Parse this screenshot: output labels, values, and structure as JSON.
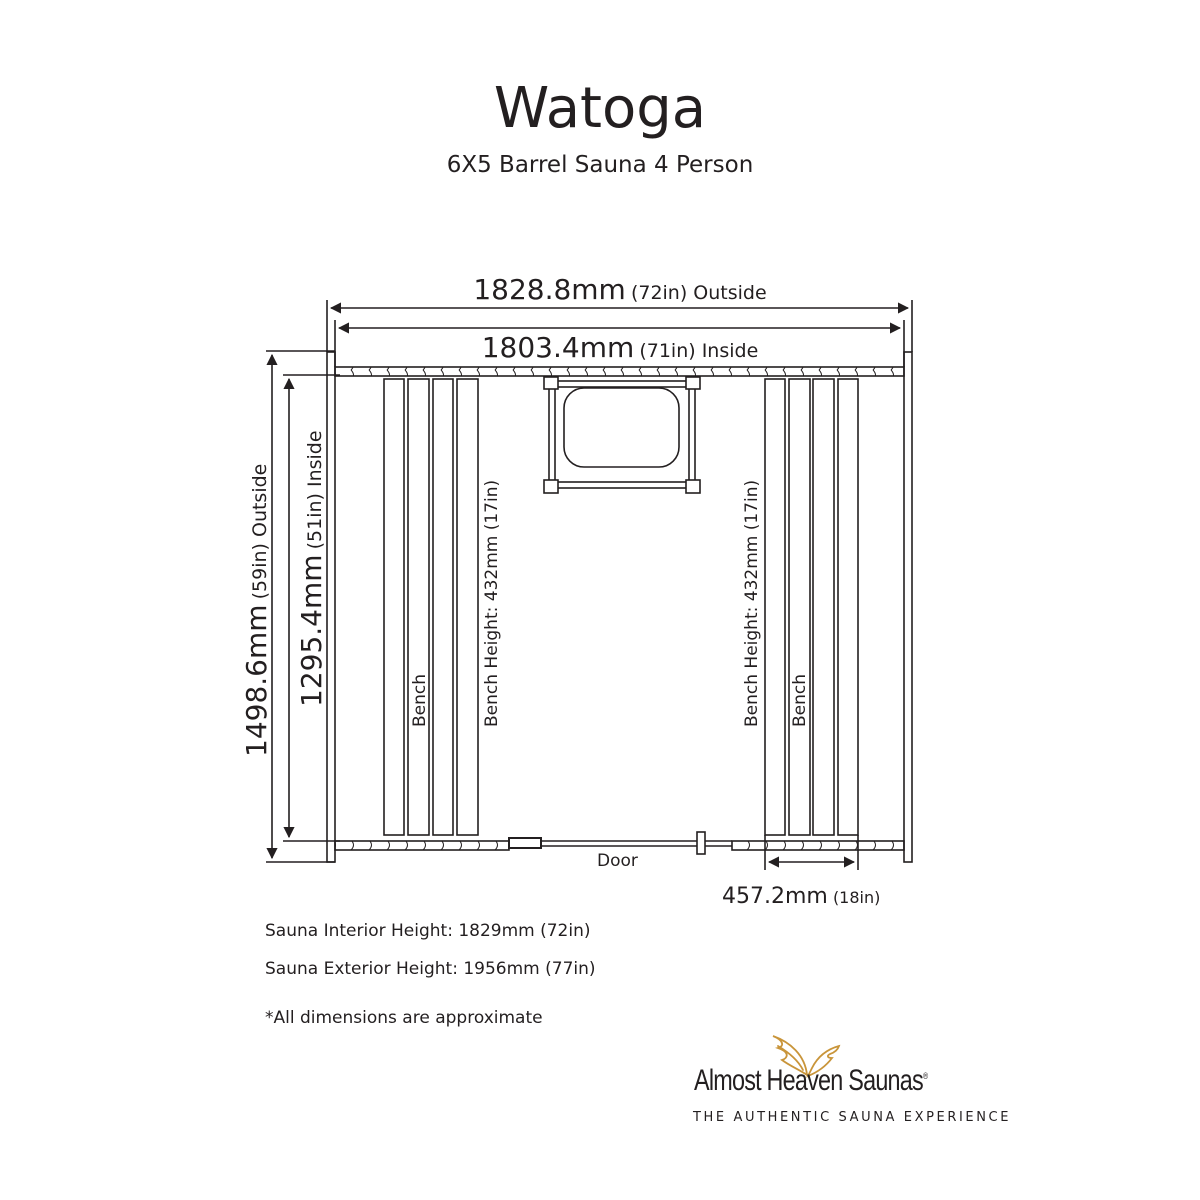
{
  "header": {
    "title": "Watoga",
    "subtitle": "6X5 Barrel Sauna 4 Person"
  },
  "dimensions": {
    "width_outside": {
      "mm": "1828.8mm",
      "inch_label": "(72in) Outside"
    },
    "width_inside": {
      "mm": "1803.4mm",
      "inch_label": "(71in) Inside"
    },
    "depth_outside": {
      "mm": "1498.6mm",
      "inch_label": "(59in) Outside"
    },
    "depth_inside": {
      "mm": "1295.4mm",
      "inch_label": "(51in) Inside"
    },
    "bench_depth": {
      "mm": "457.2mm",
      "inch_label": "(18in)"
    }
  },
  "floorplan": {
    "left_bench": {
      "label": "Bench",
      "height_label": "Bench Height: 432mm (17in)",
      "slats": 4
    },
    "right_bench": {
      "label": "Bench",
      "height_label": "Bench Height: 432mm (17in)",
      "slats": 4
    },
    "door_label": "Door",
    "heater": {
      "icon": "heater-icon"
    }
  },
  "notes": {
    "interior_height": "Sauna Interior Height: 1829mm (72in)",
    "exterior_height": "Sauna Exterior Height: 1956mm (77in)",
    "disclaimer": "*All dimensions are approximate"
  },
  "brand": {
    "name": "Almost Heaven Saunas",
    "registered": "®",
    "tagline": "THE AUTHENTIC SAUNA EXPERIENCE",
    "logo_icon": "angel-wings-icon",
    "accent_color": "#c9953a",
    "text_color": "#231f20"
  }
}
